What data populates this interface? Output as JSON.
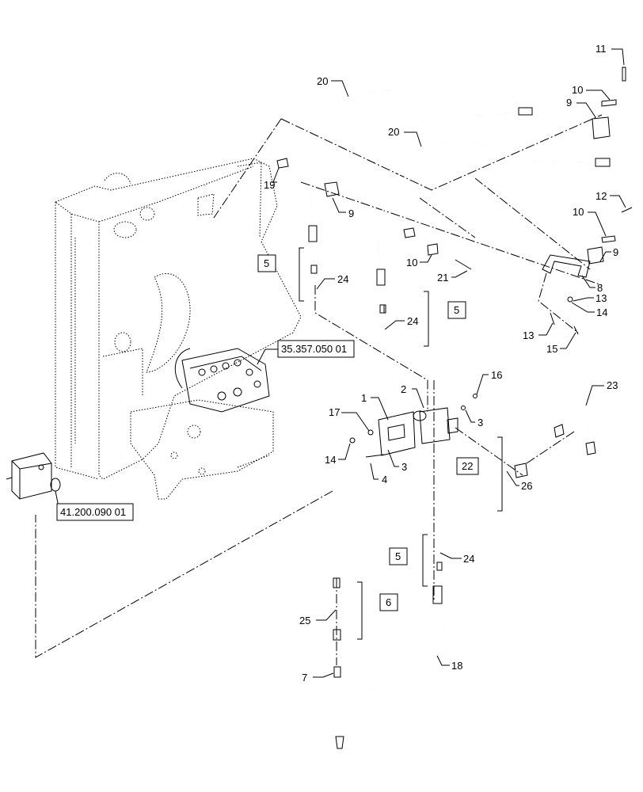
{
  "callouts": [
    {
      "id": "c11",
      "text": "11"
    },
    {
      "id": "c10a",
      "text": "10"
    },
    {
      "id": "c9a",
      "text": "9"
    },
    {
      "id": "c20a",
      "text": "20"
    },
    {
      "id": "c20b",
      "text": "20"
    },
    {
      "id": "c19",
      "text": "19"
    },
    {
      "id": "c9b",
      "text": "9"
    },
    {
      "id": "c12",
      "text": "12"
    },
    {
      "id": "c10b",
      "text": "10"
    },
    {
      "id": "c9c",
      "text": "9"
    },
    {
      "id": "c8",
      "text": "8"
    },
    {
      "id": "c13a",
      "text": "13"
    },
    {
      "id": "c14a",
      "text": "14"
    },
    {
      "id": "c13b",
      "text": "13"
    },
    {
      "id": "c15",
      "text": "15"
    },
    {
      "id": "c10c",
      "text": "10"
    },
    {
      "id": "c21",
      "text": "21"
    },
    {
      "id": "c24a",
      "text": "24"
    },
    {
      "id": "c24b",
      "text": "24"
    },
    {
      "id": "c1",
      "text": "1"
    },
    {
      "id": "c2",
      "text": "2"
    },
    {
      "id": "c16",
      "text": "16"
    },
    {
      "id": "c17",
      "text": "17"
    },
    {
      "id": "c3a",
      "text": "3"
    },
    {
      "id": "c3b",
      "text": "3"
    },
    {
      "id": "c14b",
      "text": "14"
    },
    {
      "id": "c4",
      "text": "4"
    },
    {
      "id": "c23",
      "text": "23"
    },
    {
      "id": "c26",
      "text": "26"
    },
    {
      "id": "c24c",
      "text": "24"
    },
    {
      "id": "c25",
      "text": "25"
    },
    {
      "id": "c7",
      "text": "7"
    },
    {
      "id": "c18",
      "text": "18"
    }
  ],
  "boxed_refs": [
    {
      "id": "b5a",
      "text": "5"
    },
    {
      "id": "b5b",
      "text": "5"
    },
    {
      "id": "b5c",
      "text": "5"
    },
    {
      "id": "b6",
      "text": "6"
    },
    {
      "id": "b22",
      "text": "22"
    },
    {
      "id": "b35",
      "text": "35.357.050 01"
    },
    {
      "id": "b41",
      "text": "41.200.090 01"
    }
  ]
}
